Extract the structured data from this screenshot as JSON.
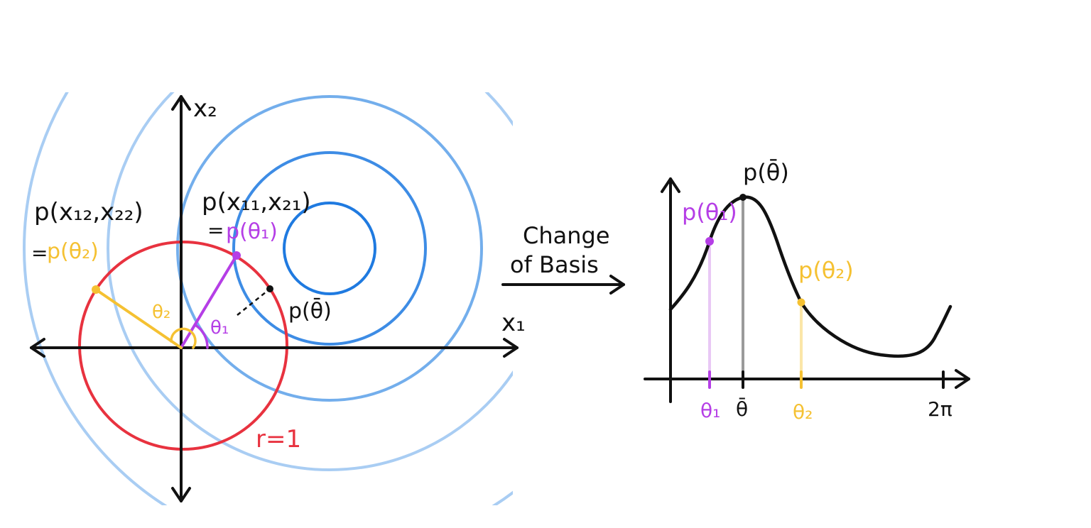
{
  "colors": {
    "axis": "#111111",
    "contour_light": "#a9cdf3",
    "contour_mid": "#73aeec",
    "contour_dark": "#3d8ce5",
    "contour_center": "#1f7ae0",
    "unit_circle": "#e8323f",
    "theta1": "#b53ee6",
    "theta2": "#f5c132",
    "curve": "#111111",
    "theta_bar_line": "#9a9a9a"
  },
  "left_panel": {
    "x_axis_label": "x₁",
    "y_axis_label": "x₂",
    "point1_label": "p(x₁₁,x₂₁)",
    "point1_eq": "=",
    "point1_theta": "p(θ₁)",
    "point2_label": "p(x₁₂,x₂₂)",
    "point2_eq": "=",
    "point2_theta": "p(θ₂)",
    "peak_label": "p(θ̄)",
    "theta1_label": "θ₁",
    "theta2_label": "θ₂",
    "radius_label": "r=1",
    "theta1_angle_deg": 60,
    "theta2_angle_deg": 152,
    "theta_bar_angle_deg": 40
  },
  "arrow": {
    "label_line1": "Change",
    "label_line2": "of Basis"
  },
  "right_panel": {
    "peak_label": "p(θ̄)",
    "theta1_value_label": "p(θ₁)",
    "theta2_value_label": "p(θ₂)",
    "tick_theta1": "θ₁",
    "tick_theta_bar": "θ̄",
    "tick_theta2": "θ₂",
    "tick_end": "2π"
  }
}
